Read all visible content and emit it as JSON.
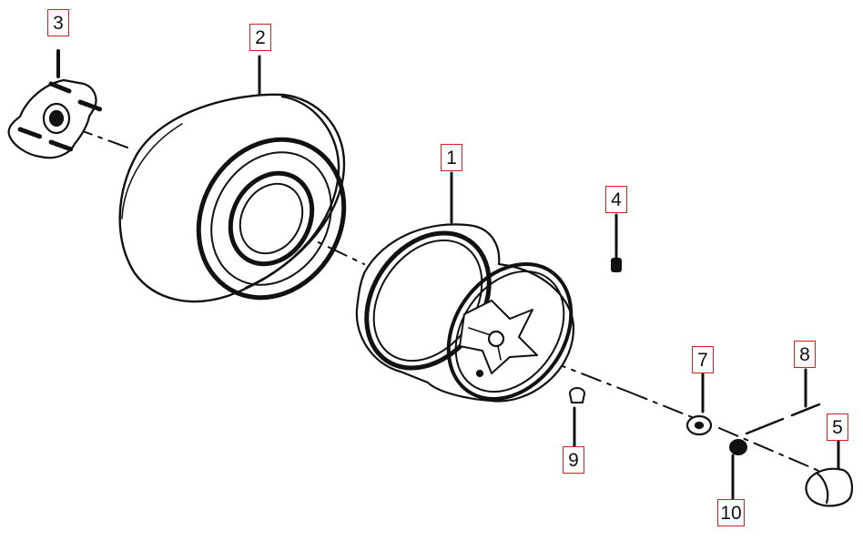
{
  "diagram": {
    "callouts": [
      {
        "id": "1",
        "label": "1"
      },
      {
        "id": "2",
        "label": "2"
      },
      {
        "id": "3",
        "label": "3"
      },
      {
        "id": "4",
        "label": "4"
      },
      {
        "id": "5",
        "label": "5"
      },
      {
        "id": "7",
        "label": "7"
      },
      {
        "id": "8",
        "label": "8"
      },
      {
        "id": "9",
        "label": "9"
      },
      {
        "id": "10",
        "label": "10"
      }
    ],
    "colors": {
      "line": "#111111",
      "callout_border": "#cc2222",
      "background": "#ffffff"
    }
  }
}
